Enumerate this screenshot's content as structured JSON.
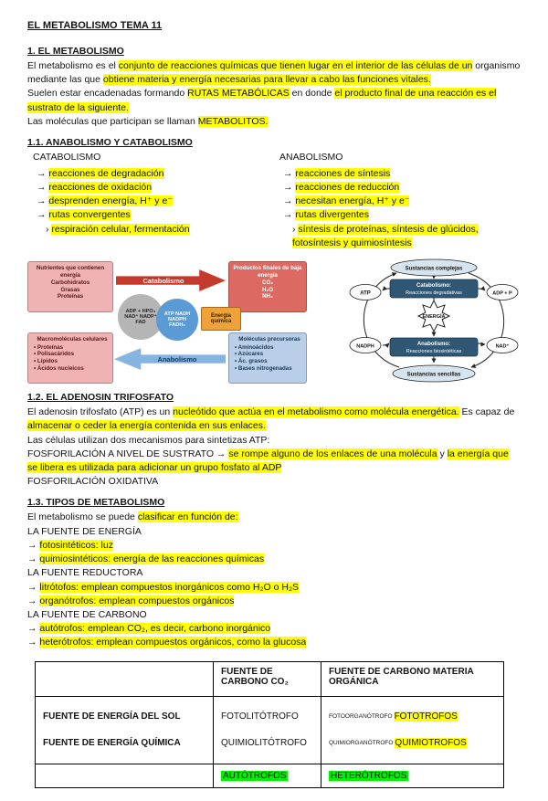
{
  "colors": {
    "highlight_yellow": "#ffff00",
    "highlight_green": "#00f000",
    "diagram_pink": "#efb3b3",
    "diagram_red_arrow": "#c43b2e",
    "diagram_blue_arrow": "#85b4e0",
    "diagram_blue_circle": "#5b9bd5",
    "diagram_orange": "#f0a23a",
    "diagram_navy": "#2f5773"
  },
  "doc": {
    "title": "EL METABOLISMO TEMA 11",
    "s1": {
      "heading": "1. EL METABOLISMO",
      "p1": [
        {
          "t": "El metabolismo es el "
        },
        {
          "t": "conjunto de reacciones químicas que tienen lugar en el interior de las células de un",
          "h": true
        },
        {
          "t": " organismo mediante las que "
        },
        {
          "t": "obtiene materia y energía necesarias para llevar a cabo las funciones vitales.",
          "h": true
        }
      ],
      "p2": [
        {
          "t": "Suelen estar encadenadas formando "
        },
        {
          "t": "RUTAS METABÓLICAS",
          "h": true
        },
        {
          "t": " en donde "
        },
        {
          "t": "el producto final de una reacción es el sustrato de la siguiente.",
          "h": true
        }
      ],
      "p3": [
        {
          "t": "Las moléculas que participan se llaman "
        },
        {
          "t": "METABOLITOS.",
          "h": true
        }
      ]
    },
    "s11": {
      "heading": "1.1. ANABOLISMO Y CATABOLISMO",
      "catabolismo": {
        "title": "CATABOLISMO",
        "items": [
          [
            {
              "t": "→ "
            },
            {
              "t": "reacciones de degradación",
              "h": true
            }
          ],
          [
            {
              "t": "→ "
            },
            {
              "t": "reacciones de oxidación",
              "h": true
            }
          ],
          [
            {
              "t": "→ "
            },
            {
              "t": "desprenden energía, H⁺ y e⁻",
              "h": true
            }
          ],
          [
            {
              "t": "→ "
            },
            {
              "t": "rutas convergentes",
              "h": true
            }
          ],
          [
            {
              "t": "› "
            },
            {
              "t": "respiración celular, fermentación",
              "h": true
            }
          ]
        ]
      },
      "anabolismo": {
        "title": "ANABOLISMO",
        "items": [
          [
            {
              "t": "→ "
            },
            {
              "t": "reacciones de síntesis",
              "h": true
            }
          ],
          [
            {
              "t": "→ "
            },
            {
              "t": "reacciones de reducción",
              "h": true
            }
          ],
          [
            {
              "t": "→ "
            },
            {
              "t": "necesitan energía, H⁺ y e⁻",
              "h": true
            }
          ],
          [
            {
              "t": "→ "
            },
            {
              "t": "rutas divergentes",
              "h": true
            }
          ],
          [
            {
              "t": "› "
            },
            {
              "t": "síntesis de proteínas, síntesis de glúcidos, fotosíntesis y quimiosíntesis",
              "h": true
            }
          ]
        ]
      }
    },
    "diagram_left": {
      "box_nutrients": {
        "title": "Nutrientes que contienen energía",
        "lines": [
          "Carbohidratos",
          "Grasas",
          "Proteínas"
        ]
      },
      "arrow_catabolismo": "Catabolismo",
      "box_products": {
        "title": "Productos finales de baja energía",
        "lines": [
          "CO₂",
          "H₂O",
          "NH₃"
        ]
      },
      "circle_adp": "ADP + HPO₄ NAD⁺ NADP⁺ FAD",
      "circle_atp": "ATP NADH NADPH FADH₂",
      "box_energy": "Energía química",
      "arrow_anabolismo": "Anabolismo",
      "box_macro": {
        "title": "Macromoléculas celulares",
        "lines": [
          "• Proteínas",
          "• Polisacáridos",
          "• Lípidos",
          "• Ácidos nucleicos"
        ]
      },
      "box_precursors": {
        "title": "Moléculas precursoras",
        "lines": [
          "• Aminoácidos",
          "• Azúcares",
          "• Ác. grasos",
          "• Bases nitrogenadas"
        ]
      }
    },
    "diagram_right": {
      "top_oval": "Sustancias complejas",
      "catabolismo_l1": "Catabolismo:",
      "catabolismo_l2": "Reacciones degradativas",
      "atp": "ATP",
      "adp": "ADP + P",
      "energy": "ENERGÍA",
      "nadph": "NADPH",
      "nad": "NAD⁺",
      "anabolismo_l1": "Anabolismo:",
      "anabolismo_l2": "Reacciones biosintéticas",
      "bottom_oval": "Sustancias sencillas"
    },
    "s12": {
      "heading": "1.2. EL ADENOSIN TRIFOSFATO",
      "p1": [
        {
          "t": "El adenosin trifosfato (ATP) es un "
        },
        {
          "t": "nucleótido que actúa en el metabolismo como molécula energética.",
          "h": true
        },
        {
          "t": " Es capaz de "
        },
        {
          "t": "almacenar o ceder la energía contenida en sus enlaces.",
          "h": true
        }
      ],
      "p2": [
        {
          "t": "Las células utilizan dos mecanismos para sintetizas ATP:"
        }
      ],
      "p3": [
        {
          "t": "FOSFORILACIÓN A NIVEL DE SUSTRATO → "
        },
        {
          "t": "se rompe alguno de los enlaces de una molécula",
          "h": true
        },
        {
          "t": " y "
        },
        {
          "t": "la energía que se libera es utilizada para adicionar un grupo fosfato al ADP",
          "h": true
        }
      ],
      "p4": [
        {
          "t": "FOSFORILACIÓN OXIDATIVA"
        }
      ]
    },
    "s13": {
      "heading": "1.3. TIPOS DE METABOLISMO",
      "p1": [
        {
          "t": "El metabolismo se puede "
        },
        {
          "t": "clasificar en función de:",
          "h": true
        }
      ],
      "g1": {
        "title": "LA FUENTE DE ENERGÍA",
        "items": [
          [
            {
              "t": "→ "
            },
            {
              "t": "fotosintéticos: luz",
              "h": true
            }
          ],
          [
            {
              "t": "→ "
            },
            {
              "t": "quimiosintéticos: energía de las reacciones químicas",
              "h": true
            }
          ]
        ]
      },
      "g2": {
        "title": "LA FUENTE REDUCTORA",
        "items": [
          [
            {
              "t": "→ "
            },
            {
              "t": "litrótofos: emplean compuestos inorgánicos como H₂O o H₂S",
              "h": true
            }
          ],
          [
            {
              "t": "→ "
            },
            {
              "t": "organótrofos: emplean compuestos orgánicos",
              "h": true
            }
          ]
        ]
      },
      "g3": {
        "title": "LA FUENTE DE CARBONO",
        "items": [
          [
            {
              "t": "→ "
            },
            {
              "t": "autótrofos: emplean CO₂, es decir, carbono inorgánico",
              "h": true
            }
          ],
          [
            {
              "t": "→ "
            },
            {
              "t": "heterótrofos: emplean compuestos orgánicos, como la glucosa",
              "h": true
            }
          ]
        ]
      }
    },
    "table": {
      "headers": [
        "",
        "FUENTE DE CARBONO CO₂",
        "FUENTE DE CARBONO MATERIA ORGÁNICA"
      ],
      "row_sol": {
        "label": "FUENTE DE ENERGÍA DEL SOL",
        "co2": "FOTOLITÓTROFO",
        "organic_small": "FOTOORGANÓTROFO",
        "organic_hl": "FOTOTROFOS"
      },
      "row_quimica": {
        "label": "FUENTE DE ENERGÍA QUÍMICA",
        "co2": "QUIMIOLITÓTROFO",
        "organic_small": "QUIMIORGANÓTROFO",
        "organic_hl": "QUIMIOTROFOS"
      },
      "row_bottom": {
        "co2": "AUTÓTROFOS",
        "organic": "HETERÓTROFOS"
      }
    }
  }
}
